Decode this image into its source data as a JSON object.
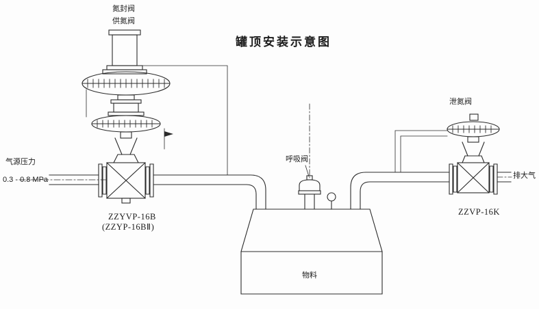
{
  "title": "罐顶安装示意图",
  "labels": {
    "nitrogen_seal_valve": "氮封阀",
    "nitrogen_supply_valve": "供氮阀",
    "nitrogen_relief_valve": "泄氮阀",
    "air_source_pressure": "气源压力",
    "air_source_range": "0.3 - 0.8 MPa",
    "breathing_valve": "呼吸阀",
    "vent_to_atmosphere": "排大气",
    "left_valve_model": "ZZYVP-16B",
    "left_valve_model_alt": "(ZZYP-16BⅡ)",
    "right_valve_model": "ZZVP-16K",
    "tank_material": "物料"
  },
  "colors": {
    "ink": "#2a2a2a",
    "background": "#fdfdfd"
  }
}
